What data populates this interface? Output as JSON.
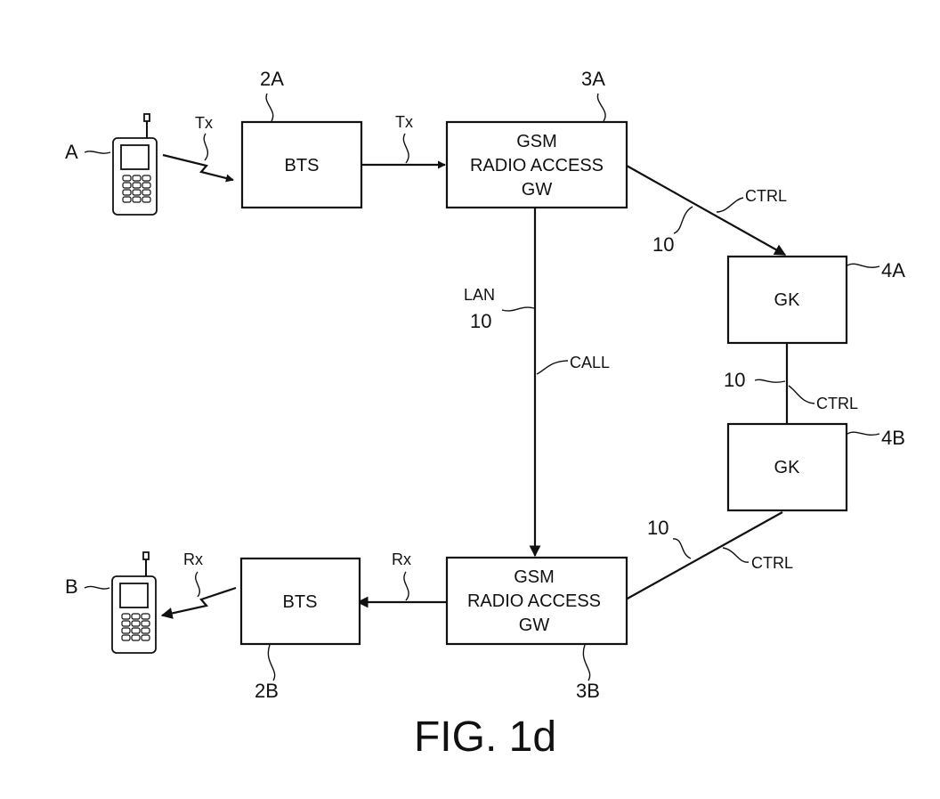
{
  "nodes": {
    "bts_a": {
      "label": "BTS",
      "ref": "2A"
    },
    "bts_b": {
      "label": "BTS",
      "ref": "2B"
    },
    "gw_a": {
      "lines": [
        "GSM",
        "RADIO ACCESS",
        "GW"
      ],
      "ref": "3A"
    },
    "gw_b": {
      "lines": [
        "GSM",
        "RADIO ACCESS",
        "GW"
      ],
      "ref": "3B"
    },
    "gk_a": {
      "label": "GK",
      "ref": "4A"
    },
    "gk_b": {
      "label": "GK",
      "ref": "4B"
    },
    "phone_a": {
      "ref": "A"
    },
    "phone_b": {
      "ref": "B"
    }
  },
  "links": {
    "tx_radio": "Tx",
    "tx_wire": "Tx",
    "rx_radio": "Rx",
    "rx_wire": "Rx",
    "ctrl_gw_a_gk": {
      "signal": "CTRL",
      "ref": "10"
    },
    "ctrl_gk_gk": {
      "signal": "CTRL",
      "ref": "10"
    },
    "ctrl_gk_gw_b": {
      "signal": "CTRL",
      "ref": "10"
    },
    "lan": {
      "label": "LAN",
      "ref": "10",
      "signal": "CALL"
    }
  },
  "caption": "FIG. 1d"
}
